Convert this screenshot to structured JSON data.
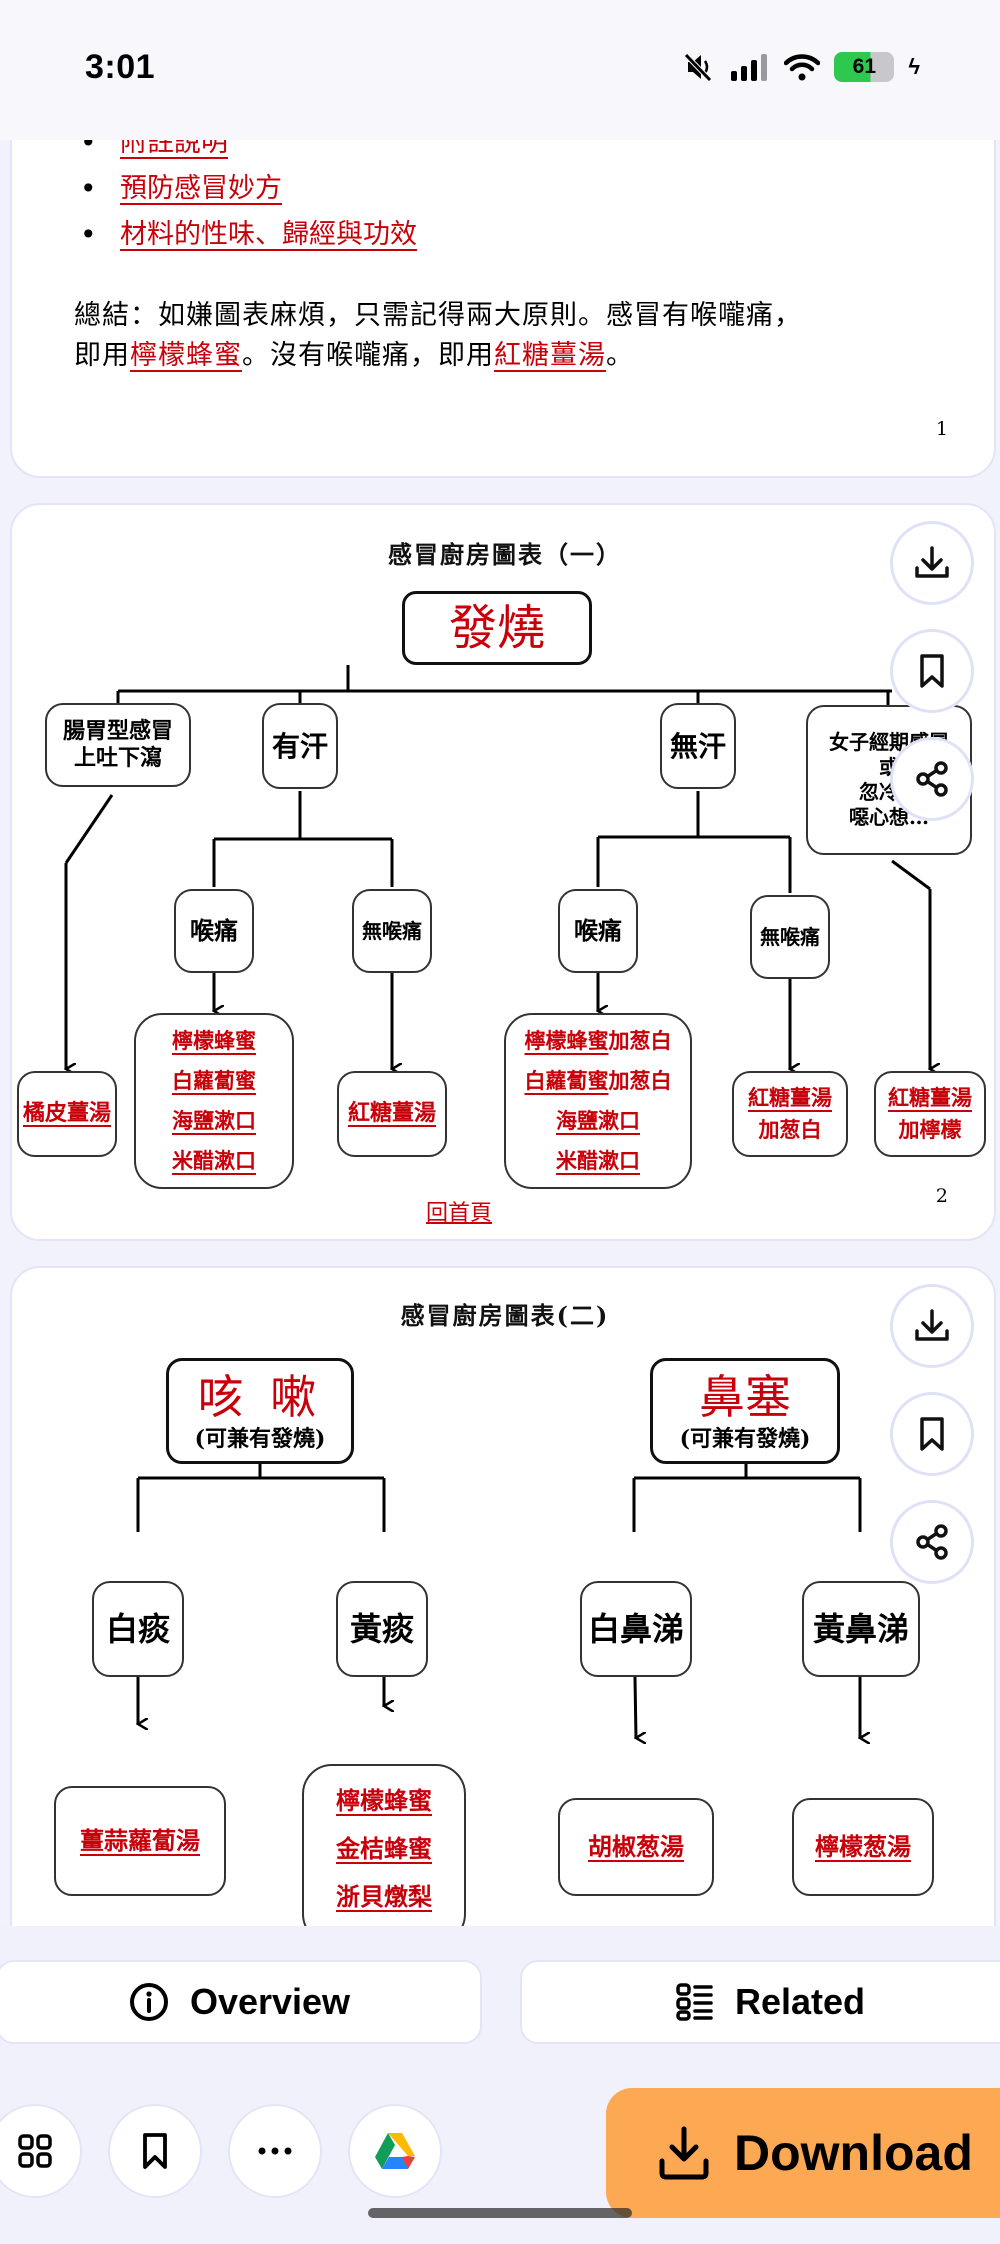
{
  "status_bar": {
    "time": "3:01",
    "battery_percent": "61",
    "icons": [
      "mute-icon",
      "signal-icon",
      "wifi-icon",
      "battery-icon",
      "charging-bolt-icon"
    ]
  },
  "page1": {
    "bullets": [
      "附註說明",
      "預防感冒妙方",
      "材料的性味、歸經與功效"
    ],
    "summary_line1": "總結：如嫌圖表麻煩，只需記得兩大原則。感冒有喉嚨痛，",
    "summary_line2_prefix": "即用",
    "summary_link1": "檸檬蜂蜜",
    "summary_line2_mid": "。沒有喉嚨痛，即用",
    "summary_link2": "紅糖薑湯",
    "summary_line2_suffix": "。",
    "page_number": "1"
  },
  "page2": {
    "title": "感冒廚房圖表（一）",
    "root": "發燒",
    "branches": {
      "gi": [
        "腸胃型感冒",
        "上吐下瀉"
      ],
      "sweat": "有汗",
      "no_sweat": "無汗",
      "menstrual": [
        "女子經期感冒",
        "或",
        "忽冷…",
        "噁心想…"
      ]
    },
    "sweat_children": [
      "喉痛",
      "無喉痛"
    ],
    "no_sweat_children": [
      "喉痛",
      "無喉痛"
    ],
    "remedies": {
      "gi": [
        "橘皮薑湯"
      ],
      "sweat_throat": [
        "檸檬蜂蜜",
        "白蘿蔔蜜",
        "海鹽漱口",
        "米醋漱口"
      ],
      "sweat_no_throat": [
        "紅糖薑湯"
      ],
      "nosweat_throat": [
        {
          "link": "檸檬蜂蜜",
          "suffix": "加葱白"
        },
        {
          "link": "白蘿蔔蜜",
          "suffix": "加葱白"
        },
        {
          "link": "海鹽漱口",
          "suffix": ""
        },
        {
          "link": "米醋漱口",
          "suffix": ""
        }
      ],
      "nosweat_no_throat": {
        "link": "紅糖薑湯",
        "suffix": "加葱白"
      },
      "menstrual": {
        "link": "紅糖薑湯",
        "suffix": "加檸檬"
      }
    },
    "home_link": "回首頁",
    "page_number": "2"
  },
  "page3": {
    "title": "感冒廚房圖表(二)",
    "cough": {
      "label": "咳 嗽",
      "note": "(可兼有發燒)"
    },
    "congestion": {
      "label": "鼻塞",
      "note": "(可兼有發燒)"
    },
    "cough_children": [
      "白痰",
      "黃痰"
    ],
    "congestion_children": [
      "白鼻涕",
      "黃鼻涕"
    ],
    "remedies": {
      "white_phlegm": [
        "薑蒜蘿蔔湯"
      ],
      "yellow_phlegm": [
        "檸檬蜂蜜",
        "金桔蜂蜜",
        "浙貝燉梨"
      ],
      "white_mucus": [
        "胡椒葱湯"
      ],
      "yellow_mucus": [
        "檸檬葱湯"
      ]
    }
  },
  "floating_actions": {
    "icons": [
      "download-icon",
      "bookmark-icon",
      "share-icon"
    ]
  },
  "bottom_bar": {
    "overview_label": "Overview",
    "related_label": "Related",
    "download_label": "Download",
    "download_color": "#fda853",
    "circle_buttons": [
      "grid-icon",
      "bookmark-icon",
      "more-icon",
      "google-drive-icon"
    ]
  }
}
